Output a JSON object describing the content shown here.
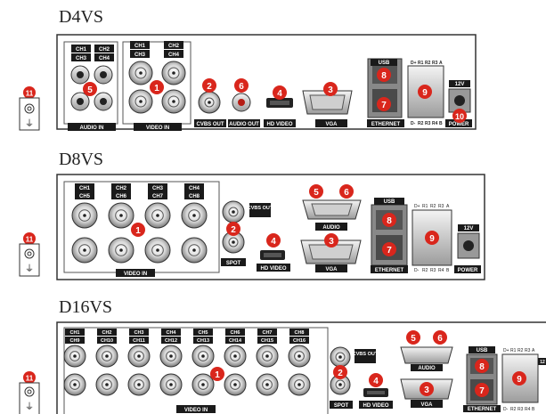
{
  "colors": {
    "badge": "#d9261c",
    "panel": "#333333",
    "label_bg": "#1a1a1a"
  },
  "d4vs": {
    "title": "D4VS",
    "ch_tags": [
      "CH1",
      "CH2",
      "CH3",
      "CH4",
      "CH1",
      "CH2",
      "CH3",
      "CH4"
    ],
    "labels": [
      "AUDIO IN",
      "VIDEO IN",
      "CVBS OUT",
      "AUDIO OUT",
      "HD VIDEO",
      "VGA",
      "ETHERNET",
      "POWER",
      "USB",
      "12V"
    ],
    "dip_top": [
      "D+",
      "R1",
      "R2",
      "R3",
      "A"
    ],
    "dip_bottom": [
      "D-",
      "R2",
      "R3",
      "R4",
      "B"
    ],
    "badges": [
      "5",
      "1",
      "2",
      "6",
      "4",
      "3",
      "8",
      "7",
      "9",
      "10"
    ]
  },
  "d8vs": {
    "title": "D8VS",
    "ch_tags_top": [
      "CH1",
      "CH2",
      "CH3",
      "CH4"
    ],
    "ch_tags_bottom": [
      "CH5",
      "CH6",
      "CH7",
      "CH8"
    ],
    "labels": [
      "VIDEO IN",
      "SPOT",
      "CVBS OUT",
      "HD VIDEO",
      "AUDIO",
      "VGA",
      "USB",
      "ETHERNET",
      "12V",
      "POWER"
    ],
    "dip_top": [
      "D+",
      "R1",
      "R2",
      "R3",
      "A"
    ],
    "dip_bottom": [
      "D-",
      "R2",
      "R3",
      "R4",
      "B"
    ],
    "badges": [
      "1",
      "2",
      "4",
      "5",
      "6",
      "3",
      "8",
      "7",
      "9"
    ]
  },
  "d16vs": {
    "title": "D16VS",
    "ch_tags_top": [
      "CH1",
      "CH2",
      "CH3",
      "CH4",
      "CH5",
      "CH6",
      "CH7",
      "CH8"
    ],
    "ch_tags_bottom": [
      "CH9",
      "CH10",
      "CH11",
      "CH12",
      "CH13",
      "CH14",
      "CH15",
      "CH16"
    ],
    "labels": [
      "VIDEO IN",
      "CVBS OUT",
      "SPOT",
      "HD VIDEO",
      "AUDIO",
      "VGA",
      "USB",
      "ETHERNET",
      "12"
    ],
    "dip_top": [
      "D+",
      "R1",
      "R2",
      "R3",
      "A"
    ],
    "dip_bottom": [
      "D-",
      "R2",
      "R3",
      "R4",
      "B"
    ],
    "badges": [
      "1",
      "2",
      "4",
      "5",
      "6",
      "3",
      "8",
      "7",
      "9"
    ]
  },
  "ground": {
    "badge": "11",
    "symbol": "⏚"
  }
}
